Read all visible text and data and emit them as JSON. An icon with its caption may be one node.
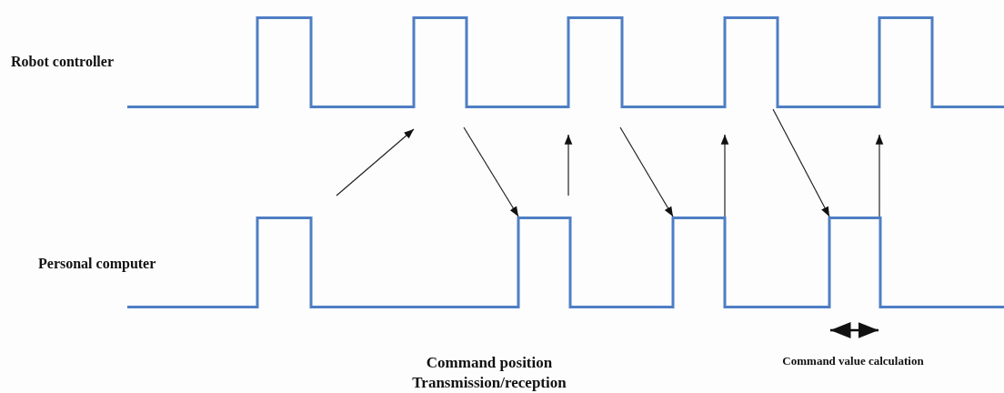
{
  "diagram": {
    "nodes": [
      {
        "text": [],
        "shape": "waveform",
        "beside": [
          "Robot controller"
        ]
      },
      {
        "text": [],
        "shape": "waveform",
        "beside": [
          "Personal computer"
        ]
      }
    ],
    "edges": [
      {
        "from": 1,
        "to": 0,
        "arrow": "to"
      },
      {
        "from": 0,
        "to": 1,
        "arrow": "to"
      },
      {
        "from": 1,
        "to": 0,
        "arrow": "to"
      },
      {
        "from": 0,
        "to": 1,
        "arrow": "to"
      },
      {
        "from": 1,
        "to": 0,
        "arrow": "to"
      },
      {
        "from": 0,
        "to": 1,
        "arrow": "to"
      },
      {
        "from": 1,
        "to": 0,
        "arrow": "to"
      }
    ],
    "labels": [
      "Command position Transmission/reception",
      "Command value calculation"
    ]
  }
}
